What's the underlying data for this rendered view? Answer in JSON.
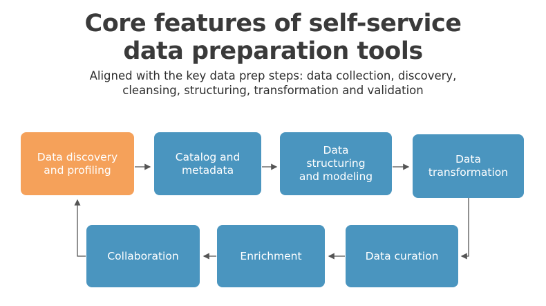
{
  "title": "Core features of self-service\ndata preparation tools",
  "title_line1": "Core features of self-service",
  "title_line2": "data preparation tools",
  "subtitle_line1": "Aligned with the key data prep steps: data collection, discovery,",
  "subtitle_line2": "cleansing, structuring, transformation and validation",
  "steps": [
    {
      "label": "Data discovery and profiling",
      "color": "#F5A15A"
    },
    {
      "label": "Catalog and metadata",
      "color": "#4A95BF"
    },
    {
      "label": "Data structuring and modeling",
      "color": "#4A95BF"
    },
    {
      "label": "Data transformation",
      "color": "#4A95BF"
    },
    {
      "label": "Data curation",
      "color": "#4A95BF"
    },
    {
      "label": "Enrichment",
      "color": "#4A95BF"
    },
    {
      "label": "Collaboration",
      "color": "#4A95BF"
    }
  ]
}
